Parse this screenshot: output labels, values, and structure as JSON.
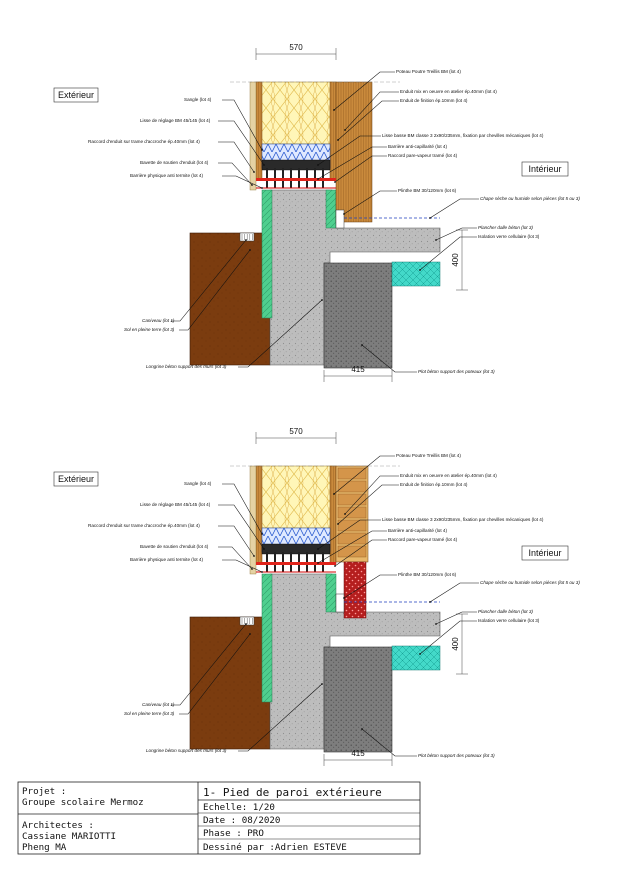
{
  "details": [
    {
      "id": "detail-1",
      "labels": {
        "exterieur": "Extérieur",
        "interieur": "Intérieur",
        "dim_570": "570",
        "dim_400": "400",
        "dim_415": "415",
        "poteau": "Poteau Poutre Treillis BM (lot 4)",
        "enduit_mix": "Enduit mix en oeuvre en atelier ép.40mm (lot 4)",
        "enduit_finition": "Enduit de finition ép.10mm (lot 4)",
        "sangle": "Sangle (lot 4)",
        "lisse_reglage": "Lisse de réglage BM 45/145 (lot 4)",
        "raccord_enduit": "Raccord d'enduit sur trame d'accroche ép.40mm (lot 4)",
        "lisse_basse": "Lisse basse BM classe 3 2x90/235mm, fixation par chevilles mécaniques (lot 4)",
        "barriere_capillarite": "Barrière anti-capillarité (lot 4)",
        "raccord_pare_vapeur": "Raccord pare-vapeur tramé (lot 4)",
        "bavette": "Bavette de soutien d'enduit (lot 4)",
        "barriere_termite": "Barrière physique anti termite (lot 4)",
        "plinthe": "Plinthe BM 30/120mm (lot 6)",
        "chape": "Chape sèche ou humide selon pièces (lot 5 ou 3)",
        "plancher": "Plancher dalle béton (lot 3)",
        "isolation": "Isolation verre cellulaire (lot 3)",
        "caniveau": "Caniveau (lot 1)",
        "sol": "Sol en pleine terre (lot 3)",
        "longrine": "Longrine béton support des murs (lot 3)",
        "plot": "Plot béton support des poteaux (lot 3)"
      }
    },
    {
      "id": "detail-2",
      "labels": {
        "exterieur": "Extérieur",
        "interieur": "Intérieur",
        "dim_570": "570",
        "dim_400": "400",
        "dim_415": "415",
        "poteau": "Poteau Poutre Treillis BM (lot 4)",
        "enduit_mix": "Enduit mix en oeuvre en atelier ép.40mm (lot 4)",
        "enduit_finition": "Enduit de finition ép.10mm (lot 4)",
        "sangle": "Sangle (lot 4)",
        "lisse_reglage": "Lisse de réglage BM 45/145 (lot 4)",
        "raccord_enduit": "Raccord d'enduit sur trame d'accroche ép.40mm (lot 4)",
        "lisse_basse": "Lisse basse BM classe 3 2x90/235mm, fixation par chevilles mécaniques (lot 4)",
        "barriere_capillarite": "Barrière anti-capillarité (lot 4)",
        "raccord_pare_vapeur": "Raccord pare-vapeur tramé (lot 4)",
        "bavette": "Bavette de soutien d'enduit (lot 4)",
        "barriere_termite": "Barrière physique anti termite (lot 4)",
        "plinthe": "Plinthe BM 30/120mm (lot 6)",
        "chape": "Chape sèche ou humide selon pièces (lot 5 ou 3)",
        "plancher": "Plancher dalle béton (lot 3)",
        "isolation": "Isolation verre cellulaire (lot 3)",
        "caniveau": "Caniveau (lot 1)",
        "sol": "Sol en pleine terre (lot 3)",
        "longrine": "Longrine béton support des murs (lot 3)",
        "plot": "Plot béton support des poteaux (lot 3)"
      }
    }
  ],
  "cartouche": {
    "projet_label": "Projet :",
    "projet_value": "Groupe scolaire Mermoz",
    "architectes_label": "Architectes :",
    "architecte_1": "Cassiane MARIOTTI",
    "architecte_2": "Pheng MA",
    "titre": "1- Pied de paroi extérieure",
    "echelle": "Echelle: 1/20",
    "date": "Date : 08/2020",
    "phase": "Phase : PRO",
    "dessine_par": "Dessiné par :Adrien ESTEVE"
  },
  "colors": {
    "soil": "#7a3b10",
    "concrete": "#b8b8b8",
    "insulation_green": "#49c98a",
    "insulation_cyan": "#3fd6c8",
    "wood": "#c98a3a",
    "wool": "#fff4a8",
    "accent_red": "#e0241b",
    "blue_wool": "#3d6fd8",
    "brick": "#b01d1d"
  }
}
